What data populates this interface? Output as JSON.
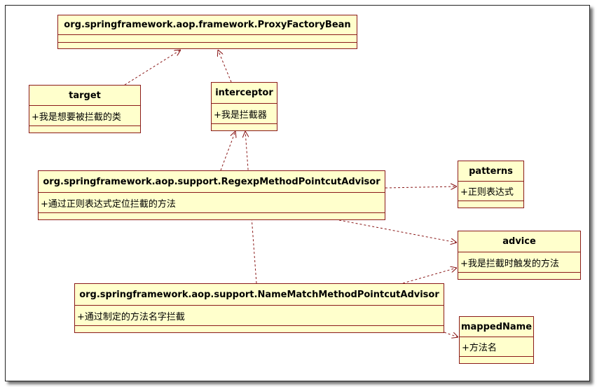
{
  "classes": {
    "proxy_factory_bean": {
      "name": "org.springframework.aop.framework.ProxyFactoryBean",
      "attrs": []
    },
    "target": {
      "name": "target",
      "attrs": [
        "+我是想要被拦截的类"
      ]
    },
    "interceptor": {
      "name": "interceptor",
      "attrs": [
        "+我是拦截器"
      ]
    },
    "regexp_advisor": {
      "name": "org.springframework.aop.support.RegexpMethodPointcutAdvisor",
      "attrs": [
        "+通过正则表达式定位拦截的方法"
      ]
    },
    "patterns": {
      "name": "patterns",
      "attrs": [
        "+正则表达式"
      ]
    },
    "advice": {
      "name": "advice",
      "attrs": [
        "+我是拦截时触发的方法"
      ]
    },
    "name_match_advisor": {
      "name": "org.springframework.aop.support.NameMatchMethodPointcutAdvisor",
      "attrs": [
        "+通过制定的方法名字拦截"
      ]
    },
    "mapped_name": {
      "name": "mappedName",
      "attrs": [
        "+方法名"
      ]
    }
  },
  "relations": [
    {
      "type": "dependency",
      "from": "target",
      "to": "proxy_factory_bean"
    },
    {
      "type": "dependency",
      "from": "interceptor",
      "to": "proxy_factory_bean"
    },
    {
      "type": "dependency",
      "from": "regexp_advisor",
      "to": "interceptor"
    },
    {
      "type": "dependency",
      "from": "name_match_advisor",
      "to": "interceptor"
    },
    {
      "type": "dependency",
      "from": "regexp_advisor",
      "to": "patterns"
    },
    {
      "type": "dependency",
      "from": "regexp_advisor",
      "to": "advice"
    },
    {
      "type": "dependency",
      "from": "name_match_advisor",
      "to": "advice"
    },
    {
      "type": "dependency",
      "from": "name_match_advisor",
      "to": "mapped_name"
    }
  ],
  "colors": {
    "fill": "#ffffcc",
    "border": "#8b1a1a",
    "edge": "#8b1a1a"
  }
}
